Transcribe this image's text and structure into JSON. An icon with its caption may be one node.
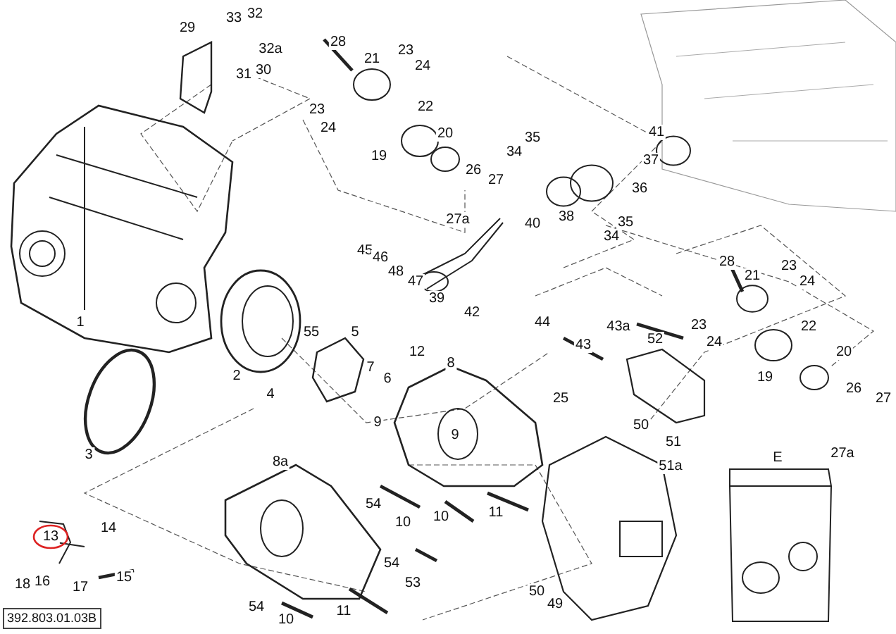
{
  "diagram": {
    "labels": [
      "29",
      "33",
      "32",
      "32a",
      "28",
      "31",
      "30",
      "21",
      "23",
      "24",
      "23",
      "24",
      "22",
      "20",
      "41",
      "19",
      "35",
      "34",
      "37",
      "26",
      "27",
      "36",
      "38",
      "27a",
      "40",
      "35",
      "34",
      "45",
      "46",
      "48",
      "47",
      "39",
      "42",
      "28",
      "21",
      "23",
      "24",
      "23",
      "24",
      "22",
      "44",
      "43a",
      "1",
      "5",
      "52",
      "55",
      "43",
      "12",
      "8",
      "20",
      "7",
      "6",
      "2",
      "4",
      "19",
      "25",
      "26",
      "27",
      "9",
      "9",
      "50",
      "51",
      "3",
      "27a",
      "51a",
      "8a",
      "E",
      "54",
      "10",
      "10",
      "11",
      "14",
      "13",
      "18",
      "16",
      "17",
      "15",
      "54",
      "53",
      "54",
      "10",
      "11",
      "50",
      "49",
      "392.803.01.03B"
    ]
  }
}
